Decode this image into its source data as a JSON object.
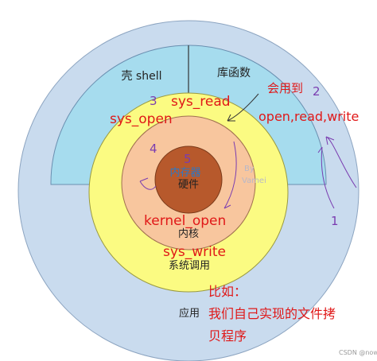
{
  "layers": {
    "shell": "壳 shell",
    "library": "库函数",
    "syscall": "系统调用",
    "kernel": "内核",
    "hardware": "硬件",
    "application": "应用"
  },
  "annotations": {
    "num1": "1",
    "num2": "2",
    "num3": "3",
    "num4": "4",
    "num5": "5",
    "will_use": "会用到",
    "open_read_write": "open,read,write",
    "sys_read": "sys_read",
    "sys_open": "sys_open",
    "memory": "内存器",
    "watermark_by": "By",
    "watermark_name": "Vamei",
    "kernel_open": "kernel_open",
    "sys_write": "sys_write",
    "example_title": "比如：",
    "example_line1": "我们自己实现的文件拷",
    "example_line2": "贝程序",
    "corner_credit": "CSDN @now"
  },
  "colors": {
    "outer": "#c9dbee",
    "shell_ring": "#a6dcee",
    "syscall_ring": "#fbfb82",
    "kernel_ring": "#f8c69e",
    "hardware_core": "#b7592c",
    "annotation_red": "#e01818",
    "annotation_purple": "#7a3cb0"
  }
}
